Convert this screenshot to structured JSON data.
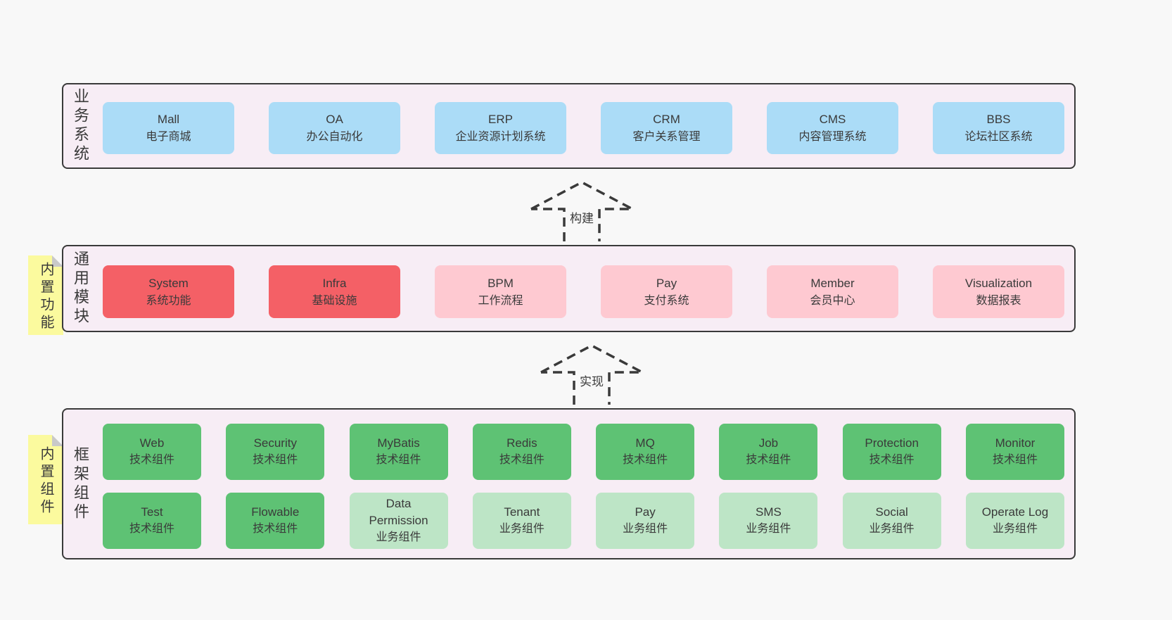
{
  "colors": {
    "page_bg": "#f8f8f8",
    "layer_bg": "#f7edf5",
    "line": "#3a3a3a",
    "text": "#3a3a3a",
    "blue": "#abdcf7",
    "red": "#f46066",
    "pink": "#fec9d1",
    "green_dark": "#5ec274",
    "green_light": "#bde5c6",
    "sticky_yellow": "#fbfa9e"
  },
  "arrows": [
    {
      "label": "构建"
    },
    {
      "label": "实现"
    }
  ],
  "layers": [
    {
      "side_label": "业务系统",
      "rows": [
        [
          {
            "name": "Mall",
            "desc": "电子商城",
            "variant": "blue"
          },
          {
            "name": "OA",
            "desc": "办公自动化",
            "variant": "blue"
          },
          {
            "name": "ERP",
            "desc": "企业资源计划系统",
            "variant": "blue"
          },
          {
            "name": "CRM",
            "desc": "客户关系管理",
            "variant": "blue"
          },
          {
            "name": "CMS",
            "desc": "内容管理系统",
            "variant": "blue"
          },
          {
            "name": "BBS",
            "desc": "论坛社区系统",
            "variant": "blue"
          }
        ]
      ]
    },
    {
      "side_label": "通用模块",
      "sticky": "内置功能",
      "rows": [
        [
          {
            "name": "System",
            "desc": "系统功能",
            "variant": "red"
          },
          {
            "name": "Infra",
            "desc": "基础设施",
            "variant": "red"
          },
          {
            "name": "BPM",
            "desc": "工作流程",
            "variant": "pink"
          },
          {
            "name": "Pay",
            "desc": "支付系统",
            "variant": "pink"
          },
          {
            "name": "Member",
            "desc": "会员中心",
            "variant": "pink"
          },
          {
            "name": "Visualization",
            "desc": "数据报表",
            "variant": "pink"
          }
        ]
      ]
    },
    {
      "side_label": "框架组件",
      "sticky": "内置组件",
      "rows": [
        [
          {
            "name": "Web",
            "desc": "技术组件",
            "variant": "green"
          },
          {
            "name": "Security",
            "desc": "技术组件",
            "variant": "green"
          },
          {
            "name": "MyBatis",
            "desc": "技术组件",
            "variant": "green"
          },
          {
            "name": "Redis",
            "desc": "技术组件",
            "variant": "green"
          },
          {
            "name": "MQ",
            "desc": "技术组件",
            "variant": "green"
          },
          {
            "name": "Job",
            "desc": "技术组件",
            "variant": "green"
          },
          {
            "name": "Protection",
            "desc": "技术组件",
            "variant": "green"
          },
          {
            "name": "Monitor",
            "desc": "技术组件",
            "variant": "green"
          }
        ],
        [
          {
            "name": "Test",
            "desc": "技术组件",
            "variant": "green"
          },
          {
            "name": "Flowable",
            "desc": "技术组件",
            "variant": "green"
          },
          {
            "name": "Data Permission",
            "desc": "业务组件",
            "variant": "lightgreen"
          },
          {
            "name": "Tenant",
            "desc": "业务组件",
            "variant": "lightgreen"
          },
          {
            "name": "Pay",
            "desc": "业务组件",
            "variant": "lightgreen"
          },
          {
            "name": "SMS",
            "desc": "业务组件",
            "variant": "lightgreen"
          },
          {
            "name": "Social",
            "desc": "业务组件",
            "variant": "lightgreen"
          },
          {
            "name": "Operate Log",
            "desc": "业务组件",
            "variant": "lightgreen"
          }
        ]
      ]
    }
  ]
}
